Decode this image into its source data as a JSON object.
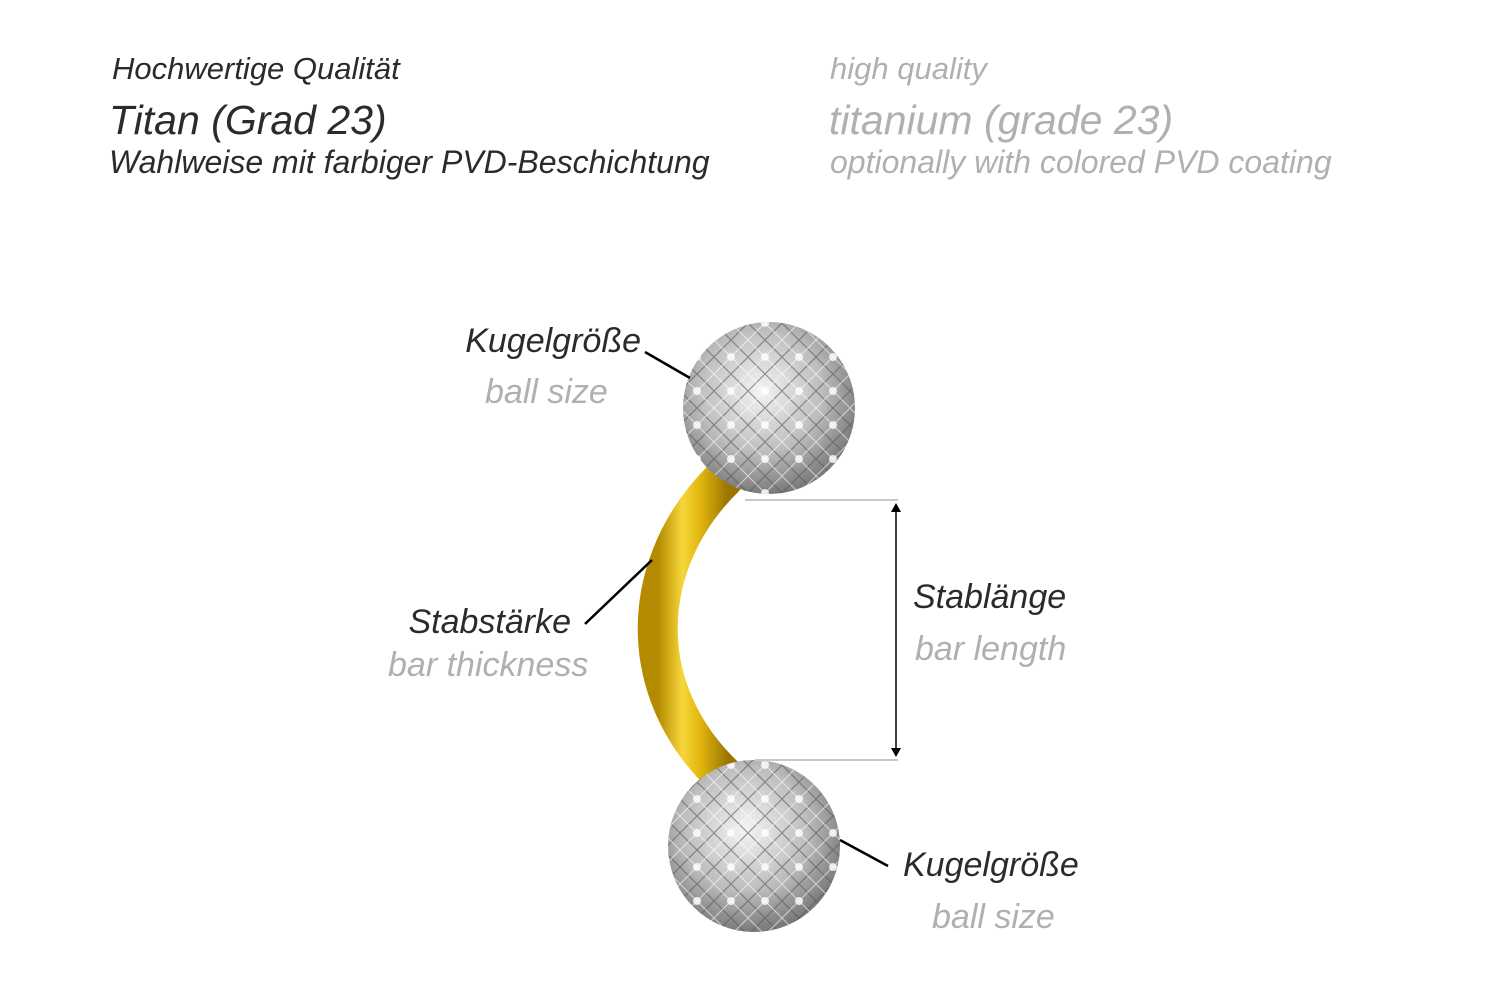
{
  "header": {
    "de": {
      "quality": "Hochwertige Qualität",
      "material": "Titan (Grad 23)",
      "coating": "Wahlweise mit farbiger PVD-Beschichtung"
    },
    "en": {
      "quality": "high quality",
      "material": "titanium (grade 23)",
      "coating": "optionally with colored PVD coating"
    }
  },
  "labels": {
    "ball_top": {
      "de": "Kugelgröße",
      "en": "ball size"
    },
    "bar_thickness": {
      "de": "Stabstärke",
      "en": "bar thickness"
    },
    "bar_length": {
      "de": "Stablänge",
      "en": "bar length"
    },
    "ball_bottom": {
      "de": "Kugelgröße",
      "en": "ball size"
    }
  },
  "colors": {
    "bar": "#e2b70f",
    "text_de": "#2b2b2b",
    "text_en": "#b0b0b0"
  }
}
